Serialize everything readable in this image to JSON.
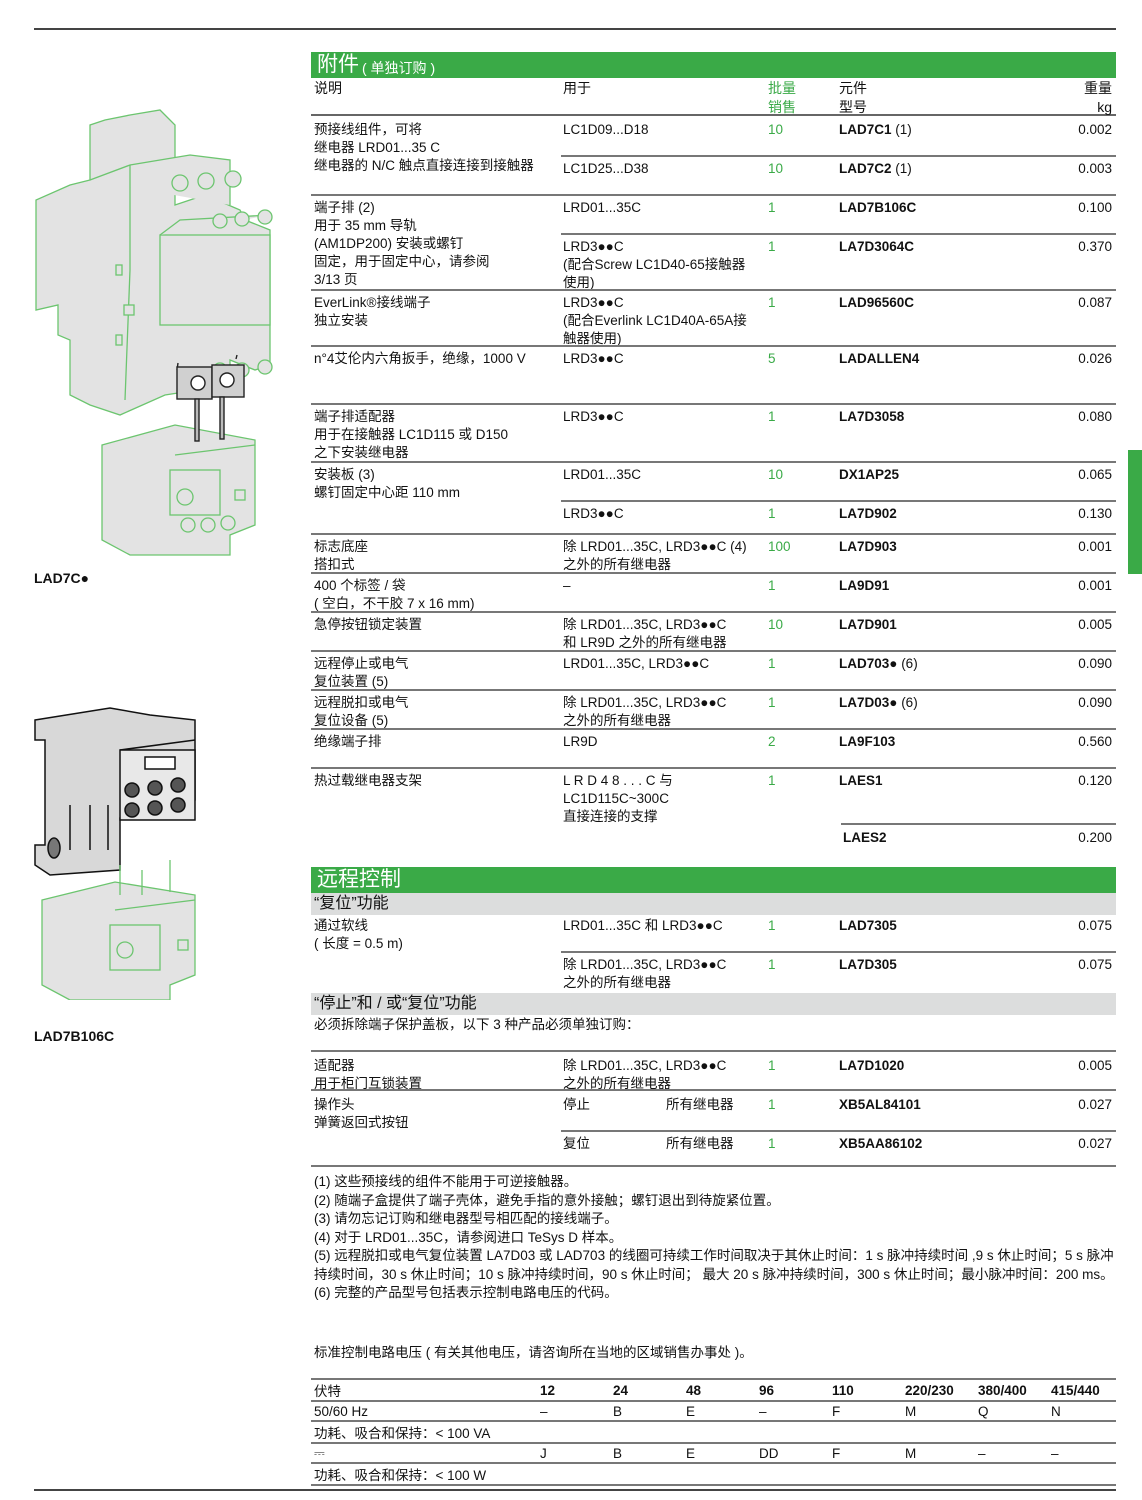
{
  "figures": [
    {
      "caption": "LAD7C●",
      "description": "Contactor with pre-wired connection kit and thermal overload relay"
    },
    {
      "caption": "LAD7B106C",
      "description": "Terminal block mounted on thermal overload relay"
    }
  ],
  "accessories": {
    "title": "附件",
    "subtitle": "( 单独订购 )",
    "headers": {
      "description": "说明",
      "for_use_with": "用于",
      "sold_in_lots_line1": "批量",
      "sold_in_lots_line2": "销售",
      "unit_ref_line1": "元件",
      "unit_ref_line2": "型号",
      "weight_line1": "重量",
      "weight_line2": "kg"
    },
    "rows": [
      {
        "desc": [
          "预接线组件，可将",
          "继电器 LRD01...35 C",
          "继电器的 N/C 触点直接连接到接触器"
        ],
        "use": [
          "LC1D09...D18"
        ],
        "qty": "10",
        "ref": "LAD7C1",
        "ref_note": "(1)",
        "weight": "0.002"
      },
      {
        "desc": [],
        "use": [
          "LC1D25...D38"
        ],
        "qty": "10",
        "ref": "LAD7C2",
        "ref_note": "(1)",
        "weight": "0.003"
      },
      {
        "desc": [
          "端子排 (2)",
          "用于 35 mm 导轨",
          "(AM1DP200) 安装或螺钉",
          "固定，用于固定中心，请参阅",
          " 3/13 页"
        ],
        "use": [
          "LRD01...35C"
        ],
        "qty": "1",
        "ref": "LAD7B106C",
        "ref_note": "",
        "weight": "0.100"
      },
      {
        "desc": [],
        "use": [
          "LRD3●●C",
          "(配合Screw LC1D40-65接触器",
          "使用)"
        ],
        "qty": "1",
        "ref": "LA7D3064C",
        "ref_note": "",
        "weight": "0.370"
      },
      {
        "desc": [
          "EverLink®接线端子",
          "独立安装"
        ],
        "use": [
          "LRD3●●C",
          "(配合Everlink LC1D40A-65A接",
          "触器使用)"
        ],
        "qty": "1",
        "ref": "LAD96560C",
        "ref_note": "",
        "weight": "0.087"
      },
      {
        "desc": [
          "n°4艾伦内六角扳手，绝缘，1000 V"
        ],
        "use": [
          "LRD3●●C"
        ],
        "qty": "5",
        "ref": "LADALLEN4",
        "ref_note": "",
        "weight": "0.026"
      },
      {
        "desc": [
          "端子排适配器",
          "用于在接触器 LC1D115 或 D150",
          "之下安装继电器"
        ],
        "use": [
          "LRD3●●C"
        ],
        "qty": "1",
        "ref": "LA7D3058",
        "ref_note": "",
        "weight": "0.080"
      },
      {
        "desc": [
          "安装板 (3)",
          "螺钉固定中心距 110 mm"
        ],
        "use": [
          "LRD01...35C"
        ],
        "qty": "10",
        "ref": "DX1AP25",
        "ref_note": "",
        "weight": "0.065"
      },
      {
        "desc": [],
        "use": [
          "LRD3●●C"
        ],
        "qty": "1",
        "ref": "LA7D902",
        "ref_note": "",
        "weight": "0.130"
      },
      {
        "desc": [
          "标志底座",
          "搭扣式"
        ],
        "use": [
          "除 LRD01...35C, LRD3●●C (4)",
          "之外的所有继电器"
        ],
        "qty": "100",
        "ref": "LA7D903",
        "ref_note": "",
        "weight": "0.001"
      },
      {
        "desc": [
          "400 个标签 / 袋",
          "( 空白，不干胶 7 x 16 mm)"
        ],
        "use": [
          "–"
        ],
        "qty": "1",
        "ref": "LA9D91",
        "ref_note": "",
        "weight": "0.001"
      },
      {
        "desc": [
          "急停按钮锁定装置"
        ],
        "use": [
          "除 LRD01...35C, LRD3●●C",
          "和 LR9D 之外的所有继电器"
        ],
        "qty": "10",
        "ref": "LA7D901",
        "ref_note": "",
        "weight": "0.005"
      },
      {
        "desc": [
          "远程停止或电气",
          "复位装置 (5)"
        ],
        "use": [
          "LRD01...35C, LRD3●●C"
        ],
        "qty": "1",
        "ref": "LAD703●",
        "ref_note": "(6)",
        "weight": "0.090"
      },
      {
        "desc": [
          "远程脱扣或电气",
          "复位设备 (5)"
        ],
        "use": [
          "除 LRD01...35C, LRD3●●C",
          "之外的所有继电器"
        ],
        "qty": "1",
        "ref": "LA7D03●",
        "ref_note": "(6)",
        "weight": "0.090"
      },
      {
        "desc": [
          "绝缘端子排"
        ],
        "use": [
          "LR9D"
        ],
        "qty": "2",
        "ref": "LA9F103",
        "ref_note": "",
        "weight": "0.560"
      },
      {
        "desc": [
          "热过载继电器支架"
        ],
        "use": [
          "L R D 4 8 . . . C 与",
          "LC1D115C~300C",
          "直接连接的支撑"
        ],
        "qty": "1",
        "ref": "LAES1",
        "ref_note": "",
        "weight": "0.120"
      },
      {
        "desc": [],
        "use": [],
        "qty": "",
        "ref": "LAES2",
        "ref_note": "",
        "weight": "0.200"
      }
    ]
  },
  "remote_control": {
    "title": "远程控制",
    "reset_function": {
      "title": "“复位”功能",
      "rows": [
        {
          "desc": [
            "通过软线",
            "( 长度 = 0.5 m)"
          ],
          "use": [
            "LRD01...35C 和 LRD3●●C"
          ],
          "qty": "1",
          "ref": "LAD7305",
          "weight": "0.075"
        },
        {
          "desc": [],
          "use": [
            "除 LRD01...35C, LRD3●●C",
            "之外的所有继电器"
          ],
          "qty": "1",
          "ref": "LA7D305",
          "weight": "0.075"
        }
      ]
    },
    "stop_reset_function": {
      "title": "“停止”和 / 或“复位”功能",
      "note": "必须拆除端子保护盖板，以下 3 种产品必须单独订购：",
      "rows": [
        {
          "desc": [
            "适配器",
            "用于柜门互锁装置"
          ],
          "use": [
            "除 LRD01...35C, LRD3●●C",
            "之外的所有继电器"
          ],
          "use2": "",
          "qty": "1",
          "ref": "LA7D1020",
          "weight": "0.005"
        },
        {
          "desc": [
            "操作头",
            "弹簧返回式按钮"
          ],
          "use": [
            "停止"
          ],
          "use2": "所有继电器",
          "qty": "1",
          "ref": "XB5AL84101",
          "weight": "0.027"
        },
        {
          "desc": [],
          "use": [
            "复位"
          ],
          "use2": "所有继电器",
          "qty": "1",
          "ref": "XB5AA86102",
          "weight": "0.027"
        }
      ]
    }
  },
  "footnotes": [
    "(1) 这些预接线的组件不能用于可逆接触器。",
    "(2) 随端子盒提供了端子壳体，避免手指的意外接触；螺钉退出到待旋紧位置。",
    "(3) 请勿忘记订购和继电器型号相匹配的接线端子。",
    "(4) 对于 LRD01...35C，请参阅进口 TeSys D 样本。",
    "(5) 远程脱扣或电气复位装置 LA7D03 或 LAD703 的线圈可持续工作时间取决于其休止时间：1 s 脉冲持续时间 ,9 s 休止时间；5 s 脉冲持续时间，30 s 休止时间；10 s 脉冲持续时间，90 s 休止时间； 最大 20 s 脉冲持续时间，300 s 休止时间；最小脉冲时间：200 ms。",
    "(6) 完整的产品型号包括表示控制电路电压的代码。"
  ],
  "voltage": {
    "intro": "标准控制电路电压 ( 有关其他电压，请咨询所在当地的区域销售办事处 )。",
    "volts_label": "伏特",
    "volts": [
      "12",
      "24",
      "48",
      "96",
      "110",
      "220/230",
      "380/400",
      "415/440"
    ],
    "ac_label": "50/60 Hz",
    "ac_codes": [
      "–",
      "B",
      "E",
      "–",
      "F",
      "M",
      "Q",
      "N"
    ],
    "ac_power": "功耗、吸合和保持：< 100 VA",
    "dc_label": "⎓",
    "dc_codes": [
      "J",
      "B",
      "E",
      "DD",
      "F",
      "M",
      "–",
      "–"
    ],
    "dc_power": "功耗、吸合和保持：< 100 W"
  },
  "colors": {
    "accent_green": "#3aaa47",
    "subheader_gray": "#dcdddd"
  }
}
